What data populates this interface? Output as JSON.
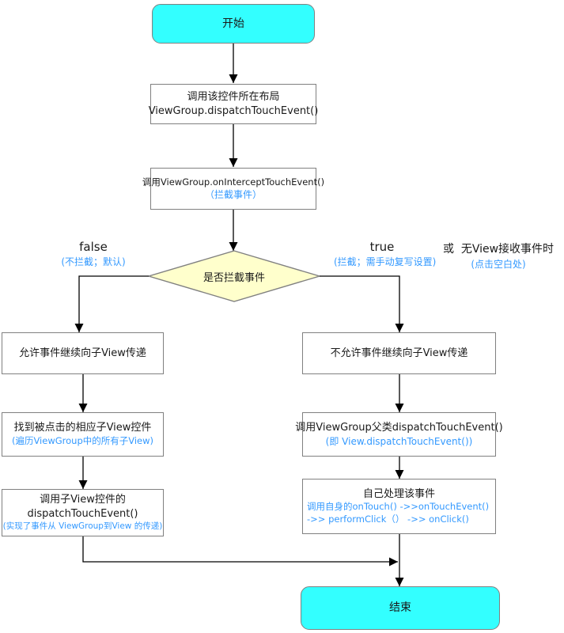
{
  "colors": {
    "terminal-fill": "#33FFFF",
    "process-fill": "#FFFFFF",
    "decision-fill": "#FFFFCC",
    "border-gray": "#808080",
    "annotation-blue": "#3399FF",
    "text-black": "#1a1a1a"
  },
  "nodes": {
    "start": {
      "label": "开始"
    },
    "dispatch_layout": {
      "line1": "调用该控件所在布局",
      "line2": "ViewGroup.dispatchTouchEvent()"
    },
    "intercept": {
      "line1": "调用ViewGroup.onInterceptTouchEvent()",
      "note": "（拦截事件）"
    },
    "decision": {
      "label": "是否拦截事件"
    },
    "branch_false": {
      "label": "false",
      "note": "(不拦截；默认)"
    },
    "branch_true": {
      "label": "true",
      "note": "(拦截；需手动复写设置)"
    },
    "branch_or": {
      "label": "或  无View接收事件时",
      "note": "(点击空白处)"
    },
    "allow": {
      "label": "允许事件继续向子View传递"
    },
    "find_child": {
      "line1": "找到被点击的相应子View控件",
      "note": "(遍历ViewGroup中的所有子View)"
    },
    "child_dispatch": {
      "line1": "调用子View控件的",
      "line2": "dispatchTouchEvent()",
      "note": "(实现了事件从 ViewGroup到View 的传递)"
    },
    "disallow": {
      "label": "不允许事件继续向子View传递"
    },
    "super_dispatch": {
      "line1": "调用ViewGroup父类dispatchTouchEvent()",
      "note": "(即 View.dispatchTouchEvent())"
    },
    "handle_self": {
      "line1": "自己处理该事件",
      "note1": "调用自身的onTouch() ->>onTouchEvent()",
      "note2": "->> performClick（） ->> onClick()"
    },
    "end": {
      "label": "结束"
    }
  }
}
